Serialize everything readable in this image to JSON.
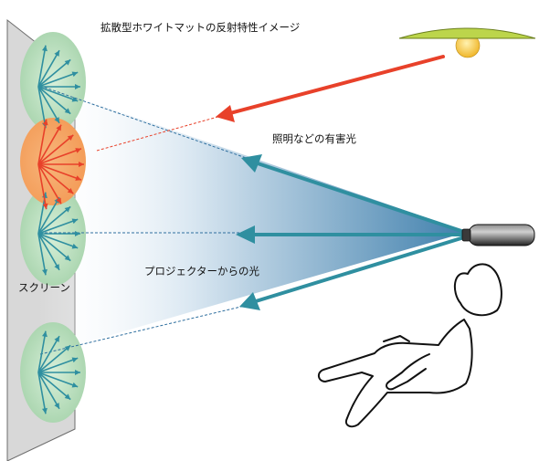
{
  "title": "拡散型ホワイトマットの反射特性イメージ",
  "labels": {
    "harmful_light": "照明などの有害光",
    "projector_light": "プロジェクターからの光",
    "screen": "スクリーン"
  },
  "colors": {
    "projector_beam": "#2f8fa0",
    "harmful_ray": "#e8412a",
    "lamp_shade": "#b9d24a",
    "lamp_bulb": "#f2c12e",
    "reflection_blob": "#bfe0c4",
    "glare_blob": "#f6a35c",
    "screen_fill": "#d7d7d7"
  }
}
